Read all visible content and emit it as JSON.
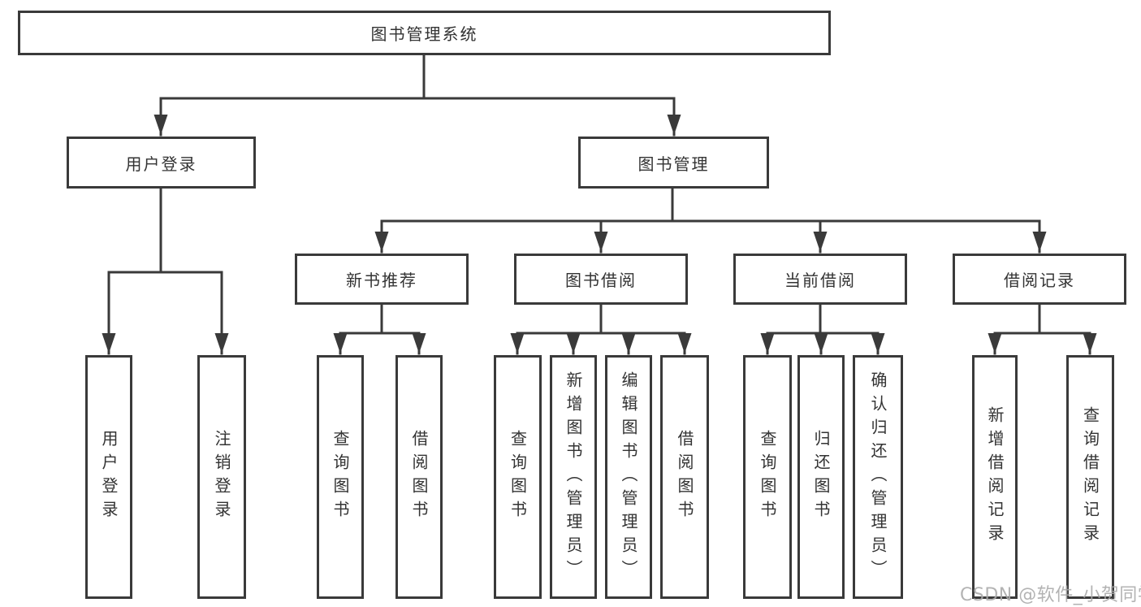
{
  "diagram": {
    "root": {
      "label": "图书管理系统"
    },
    "branches": [
      {
        "label": "用户登录",
        "children": [
          {
            "label": "用户登录"
          },
          {
            "label": "注销登录"
          }
        ]
      },
      {
        "label": "图书管理",
        "groups": [
          {
            "label": "新书推荐",
            "children": [
              {
                "label": "查询图书"
              },
              {
                "label": "借阅图书"
              }
            ]
          },
          {
            "label": "图书借阅",
            "children": [
              {
                "label": "查询图书"
              },
              {
                "label": "新增图书（管理员）"
              },
              {
                "label": "编辑图书（管理员）"
              },
              {
                "label": "借阅图书"
              }
            ]
          },
          {
            "label": "当前借阅",
            "children": [
              {
                "label": "查询图书"
              },
              {
                "label": "归还图书"
              },
              {
                "label": "确认归还（管理员）"
              }
            ]
          },
          {
            "label": "借阅记录",
            "children": [
              {
                "label": "新增借阅记录"
              },
              {
                "label": "查询借阅记录"
              }
            ]
          }
        ]
      }
    ]
  },
  "watermark": {
    "text": "CSDN @软件_小贺同学"
  },
  "colors": {
    "background": "#ffffff",
    "line": "#3a3a3a",
    "box_border": "#3a3a3a",
    "text": "#333333",
    "watermark": "#a9a9a9"
  }
}
